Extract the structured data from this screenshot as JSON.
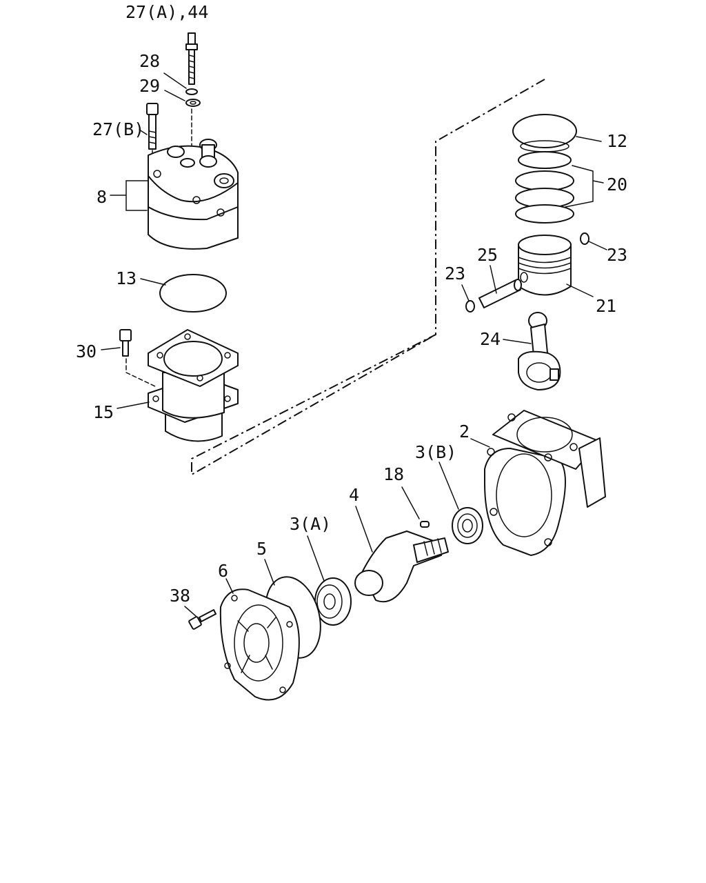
{
  "labels": {
    "l_27a_44": "27(A),44",
    "l_28": "28",
    "l_29": "29",
    "l_27b": "27(B)",
    "l_8": "8",
    "l_13": "13",
    "l_30": "30",
    "l_15": "15",
    "l_12": "12",
    "l_20": "20",
    "l_23_right": "23",
    "l_25": "25",
    "l_23_left": "23",
    "l_21": "21",
    "l_24": "24",
    "l_2": "2",
    "l_3b": "3(B)",
    "l_18": "18",
    "l_4": "4",
    "l_3a": "3(A)",
    "l_5": "5",
    "l_6": "6",
    "l_38": "38"
  }
}
